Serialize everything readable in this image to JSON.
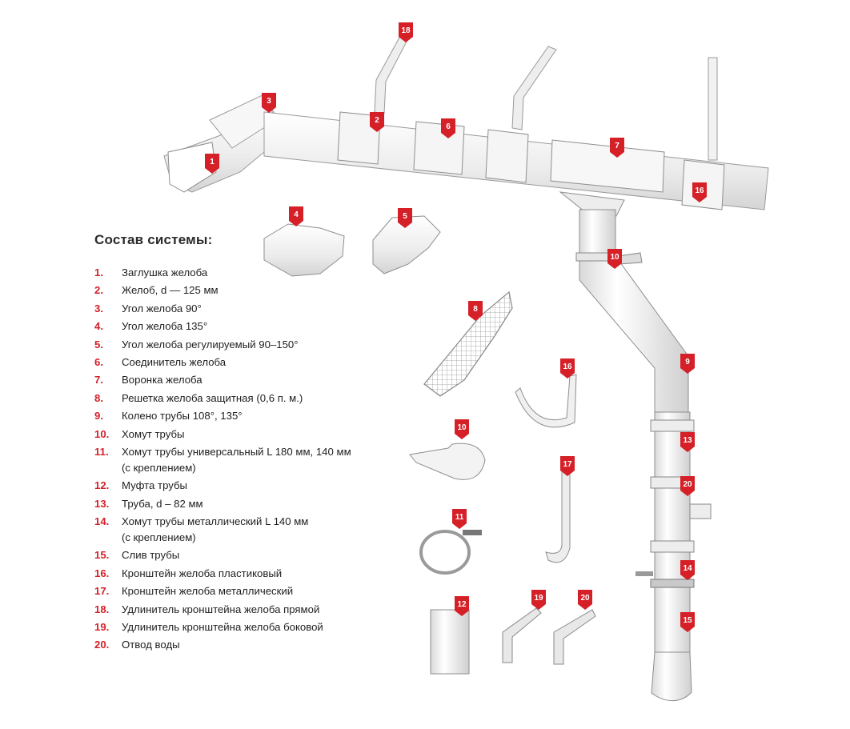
{
  "legend": {
    "title": "Состав системы:",
    "items": [
      {
        "num": "1.",
        "text": "Заглушка желоба"
      },
      {
        "num": "2.",
        "text": "Желоб, d — 125 мм"
      },
      {
        "num": "3.",
        "text": "Угол желоба 90°"
      },
      {
        "num": "4.",
        "text": "Угол желоба 135°"
      },
      {
        "num": "5.",
        "text": "Угол желоба регулируемый 90–150°"
      },
      {
        "num": "6.",
        "text": "Соединитель желоба"
      },
      {
        "num": "7.",
        "text": "Воронка желоба"
      },
      {
        "num": "8.",
        "text": "Решетка желоба защитная (0,6 п. м.)"
      },
      {
        "num": "9.",
        "text": "Колено трубы 108°, 135°"
      },
      {
        "num": "10.",
        "text": "Хомут трубы"
      },
      {
        "num": "11.",
        "text": "Хомут трубы универсальный L 180 мм, 140 мм\n(с креплением)"
      },
      {
        "num": "12.",
        "text": "Муфта трубы"
      },
      {
        "num": "13.",
        "text": "Труба, d – 82 мм"
      },
      {
        "num": "14.",
        "text": "Хомут трубы металлический L 140 мм\n(с креплением)"
      },
      {
        "num": "15.",
        "text": "Слив трубы"
      },
      {
        "num": "16.",
        "text": "Кронштейн желоба пластиковый"
      },
      {
        "num": "17.",
        "text": "Кронштейн желоба металлический"
      },
      {
        "num": "18.",
        "text": "Удлинитель кронштейна желоба прямой"
      },
      {
        "num": "19.",
        "text": "Удлинитель кронштейна желоба боковой"
      },
      {
        "num": "20.",
        "text": "Отвод воды"
      }
    ]
  },
  "tags": [
    "1",
    "2",
    "3",
    "4",
    "5",
    "6",
    "7",
    "8",
    "9",
    "10",
    "11",
    "12",
    "13",
    "14",
    "15",
    "16",
    "17",
    "18",
    "19",
    "20"
  ],
  "colors": {
    "accent": "#d52028",
    "part_fill": "#f3f3f3",
    "part_stroke": "#8c8c8c",
    "text": "#1f1f1f"
  }
}
